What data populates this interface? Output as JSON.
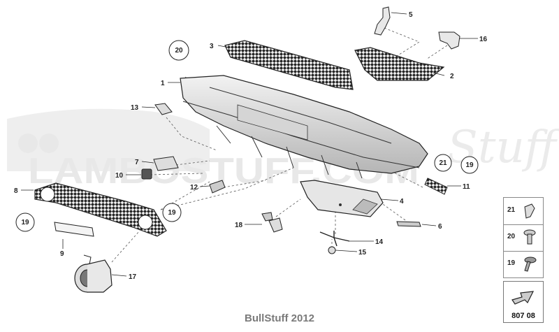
{
  "footer": {
    "text": "BullStuff 2012"
  },
  "watermark": {
    "main": "LAMBOSTUFF.COM",
    "script": "Stuff"
  },
  "callouts": [
    {
      "id": "c1",
      "label": "1"
    },
    {
      "id": "c2",
      "label": "2"
    },
    {
      "id": "c3",
      "label": "3"
    },
    {
      "id": "c4",
      "label": "4"
    },
    {
      "id": "c5",
      "label": "5"
    },
    {
      "id": "c6",
      "label": "6"
    },
    {
      "id": "c7",
      "label": "7"
    },
    {
      "id": "c8",
      "label": "8"
    },
    {
      "id": "c9",
      "label": "9"
    },
    {
      "id": "c10",
      "label": "10"
    },
    {
      "id": "c11",
      "label": "11"
    },
    {
      "id": "c12",
      "label": "12"
    },
    {
      "id": "c13",
      "label": "13"
    },
    {
      "id": "c14",
      "label": "14"
    },
    {
      "id": "c15",
      "label": "15"
    },
    {
      "id": "c16",
      "label": "16"
    },
    {
      "id": "c17",
      "label": "17"
    },
    {
      "id": "c18",
      "label": "18"
    }
  ],
  "circled": [
    {
      "id": "r20",
      "label": "20"
    },
    {
      "id": "r21",
      "label": "21"
    },
    {
      "id": "r19a",
      "label": "19"
    },
    {
      "id": "r19b",
      "label": "19"
    },
    {
      "id": "r19c",
      "label": "19"
    }
  ],
  "legend": [
    {
      "label": "21",
      "icon": "clip-icon"
    },
    {
      "label": "20",
      "icon": "screw-icon"
    },
    {
      "label": "19",
      "icon": "bolt-icon"
    }
  ],
  "page_box": {
    "code": "807 08",
    "icon": "arrow-icon"
  }
}
